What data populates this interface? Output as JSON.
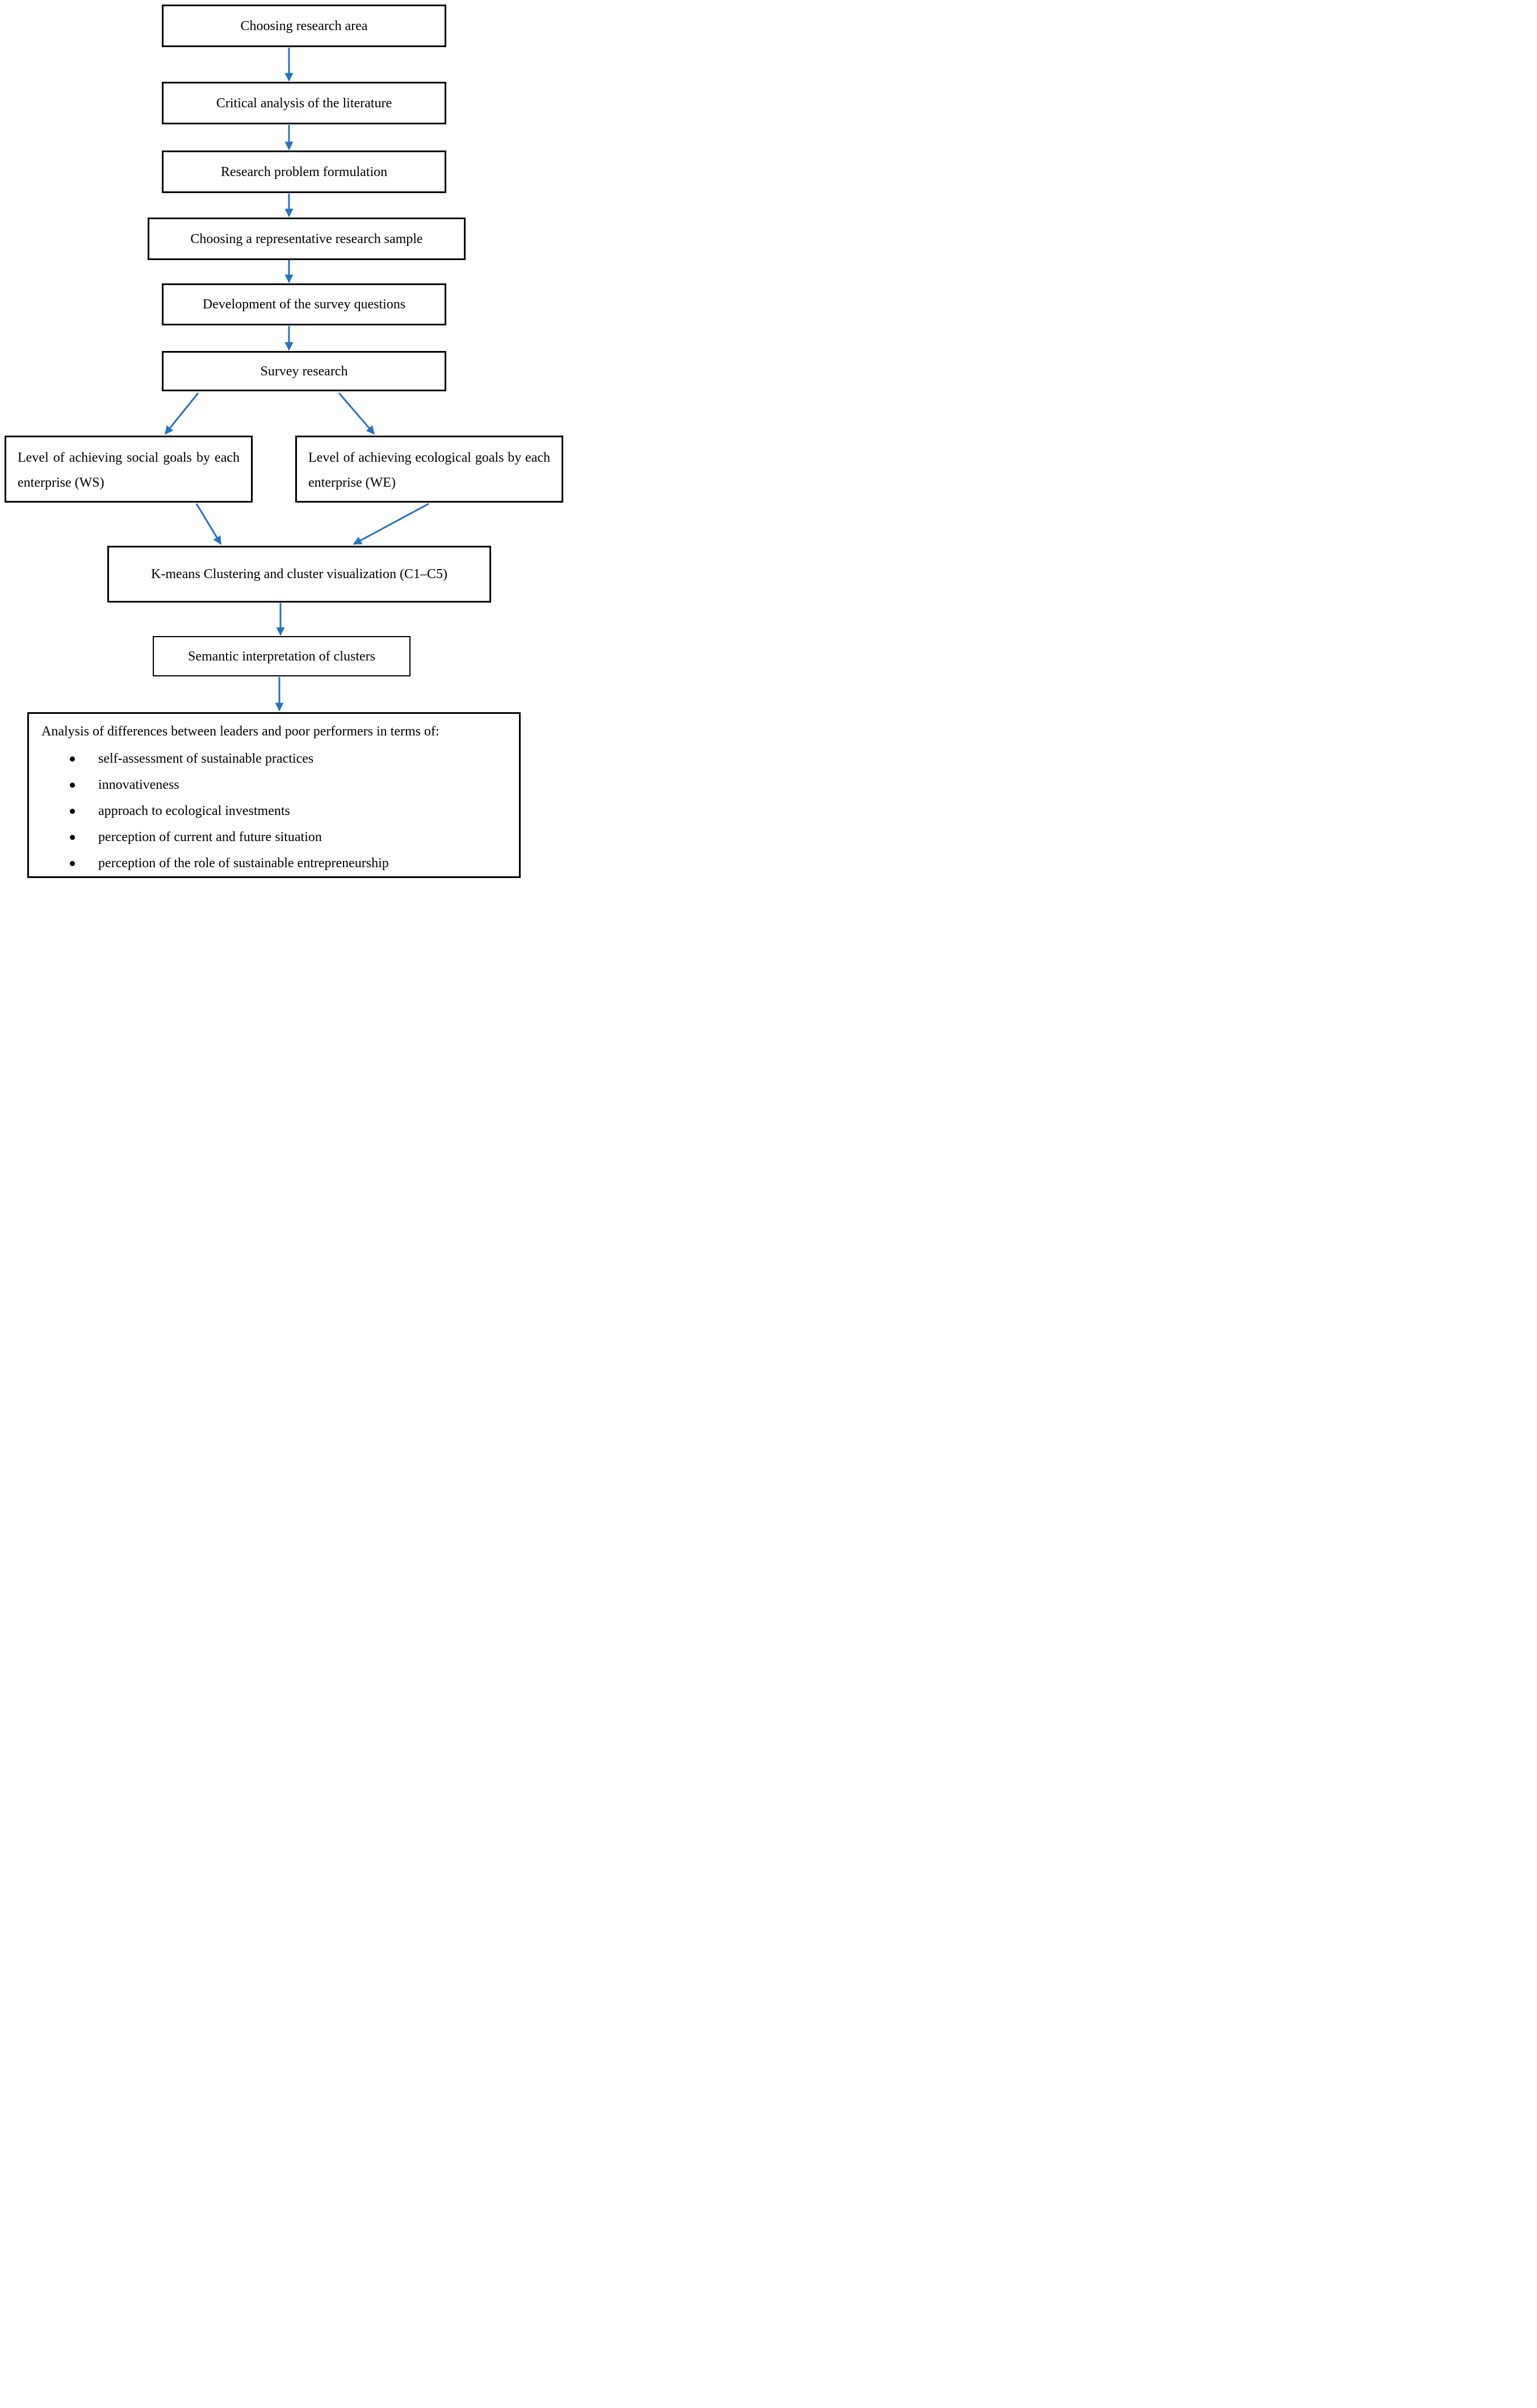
{
  "diagram": {
    "type": "flowchart",
    "accent_color": "#2272C7",
    "border_color": "#000000",
    "nodes": {
      "choosing_area": {
        "label": "Choosing research area"
      },
      "literature": {
        "label": "Critical analysis of the literature"
      },
      "problem": {
        "label": "Research problem formulation"
      },
      "sample": {
        "label": "Choosing a representative research sample"
      },
      "questions": {
        "label": "Development of the survey questions"
      },
      "survey": {
        "label": "Survey research"
      },
      "social_goals": {
        "label": "Level of achieving social goals by each enterprise (WS)"
      },
      "ecological_goals": {
        "label": "Level of achieving ecological goals by each enterprise (WE)"
      },
      "kmeans": {
        "label": "K-means Clustering and cluster visualization (C1–C5)"
      },
      "semantic": {
        "label": "Semantic interpretation of clusters"
      },
      "analysis": {
        "label": "Analysis of differences between leaders and poor performers in terms of:",
        "bullets": [
          "self-assessment of sustainable practices",
          "innovativeness",
          "approach to ecological investments",
          "perception of current and future situation",
          "perception of the role of sustainable entrepreneurship"
        ]
      }
    }
  }
}
